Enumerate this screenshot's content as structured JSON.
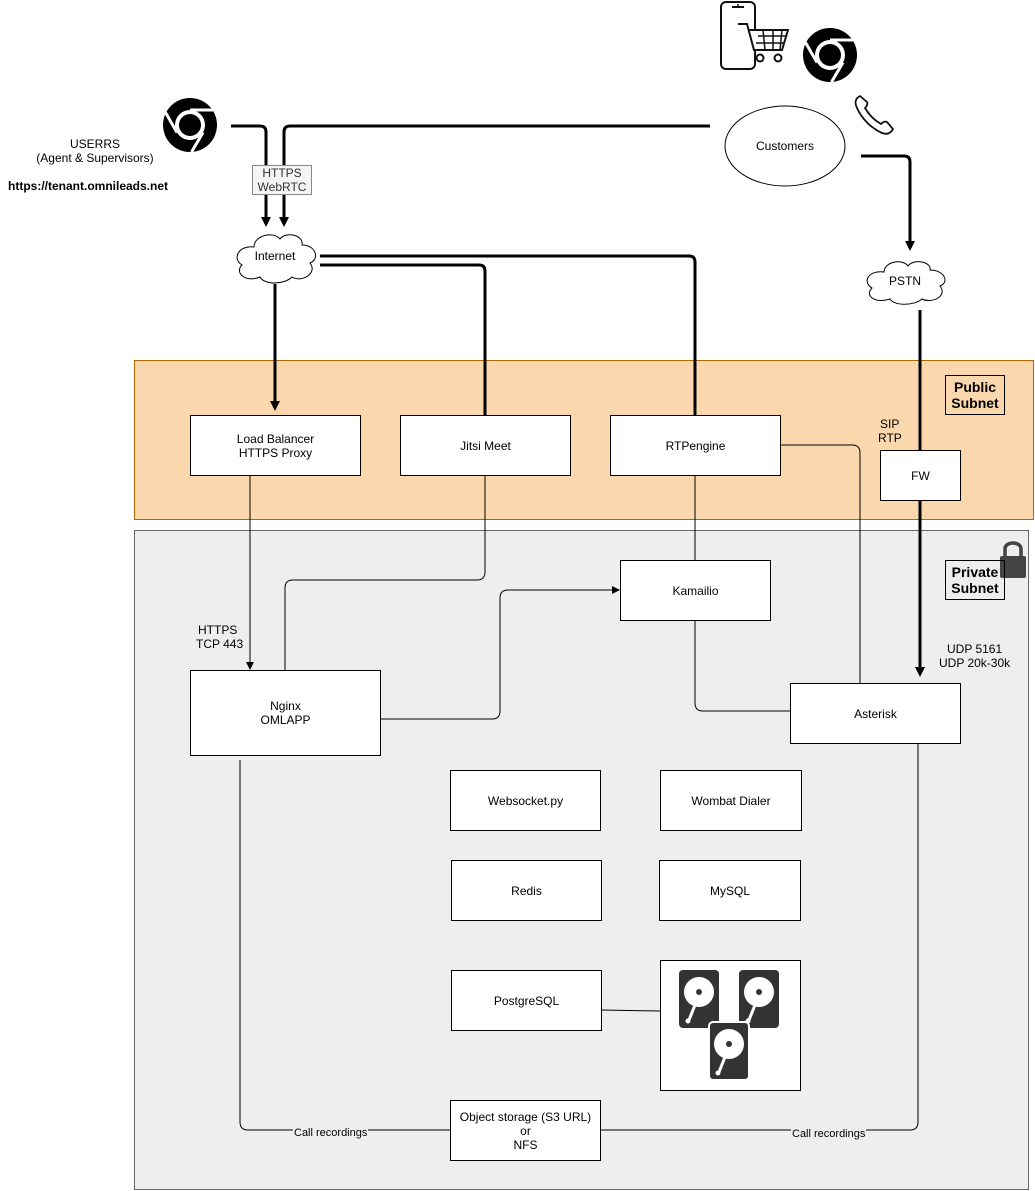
{
  "users": {
    "title": "USERRS",
    "subtitle": "(Agent & Supervisors)",
    "url": "https://tenant.omnileads.net"
  },
  "protocols": {
    "line1": "HTTPS",
    "line2": "WebRTC"
  },
  "customers": {
    "label": "Customers"
  },
  "clouds": {
    "internet": "Internet",
    "pstn": "PSTN"
  },
  "public_subnet": {
    "line1": "Public",
    "line2": "Subnet",
    "fill": "#fad7ac"
  },
  "private_subnet": {
    "line1": "Private",
    "line2": "Subnet",
    "fill": "#eeeeee"
  },
  "nodes": {
    "load_balancer": {
      "line1": "Load Balancer",
      "line2": "HTTPS Proxy"
    },
    "jitsi": "Jitsi Meet",
    "rtpengine": "RTPengine",
    "fw": "FW",
    "kamailio": "Kamailio",
    "nginx": {
      "line1": "Nginx",
      "line2": "OMLAPP"
    },
    "asterisk": "Asterisk",
    "websocket": "Websocket.py",
    "wombat": "Wombat Dialer",
    "redis": "Redis",
    "mysql": "MySQL",
    "postgresql": "PostgreSQL",
    "object_storage": {
      "line1": "Object storage (S3 URL)",
      "line2": "or",
      "line3": "NFS"
    }
  },
  "labels": {
    "sip": "SIP",
    "rtp": "RTP",
    "https": "HTTPS",
    "tcp443": "TCP 443",
    "udp5161": "UDP 5161",
    "udp_range": "UDP 20k-30k",
    "call_recordings_left": "Call recordings",
    "call_recordings_right": "Call recordings"
  },
  "icons": [
    "chrome-icon",
    "mobile-cart-icon",
    "phone-icon",
    "lock-icon",
    "hard-disks-icon"
  ]
}
